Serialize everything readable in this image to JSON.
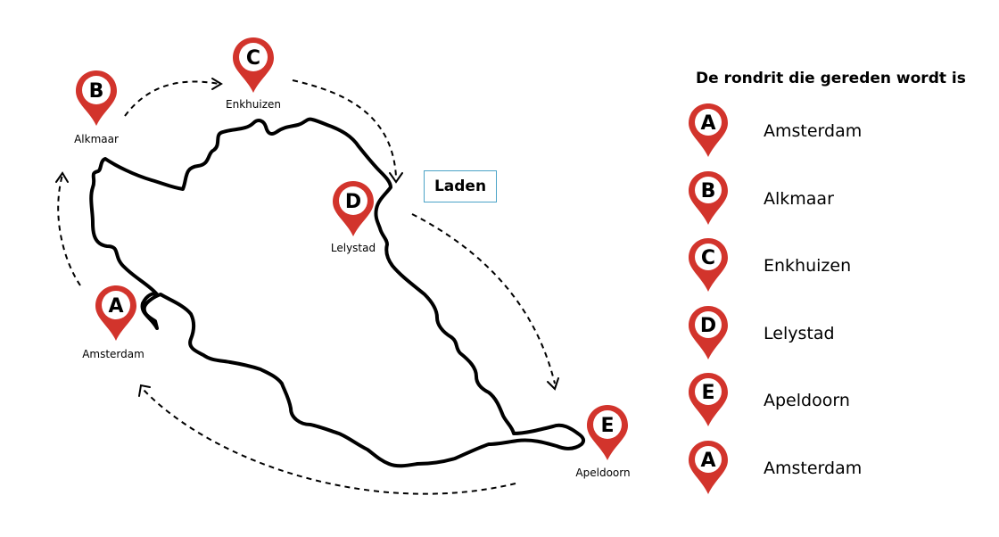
{
  "map": {
    "places": [
      {
        "letter": "A",
        "name": "Amsterdam"
      },
      {
        "letter": "B",
        "name": "Alkmaar"
      },
      {
        "letter": "C",
        "name": "Enkhuizen"
      },
      {
        "letter": "D",
        "name": "Lelystad"
      },
      {
        "letter": "E",
        "name": "Apeldoorn"
      }
    ],
    "laden_label": "Laden",
    "route_order": [
      "A",
      "B",
      "C",
      "D",
      "E",
      "A"
    ]
  },
  "legend": {
    "title": "De rondrit die gereden wordt is",
    "items": [
      {
        "letter": "A",
        "name": "Amsterdam"
      },
      {
        "letter": "B",
        "name": "Alkmaar"
      },
      {
        "letter": "C",
        "name": "Enkhuizen"
      },
      {
        "letter": "D",
        "name": "Lelystad"
      },
      {
        "letter": "E",
        "name": "Apeldoorn"
      },
      {
        "letter": "A",
        "name": "Amsterdam"
      }
    ]
  },
  "colors": {
    "pin": "#d2342c",
    "pin_circle": "#ffffff",
    "outline": "#000000",
    "route_arrow": "#000000",
    "laden_border": "#4ba3c7"
  }
}
